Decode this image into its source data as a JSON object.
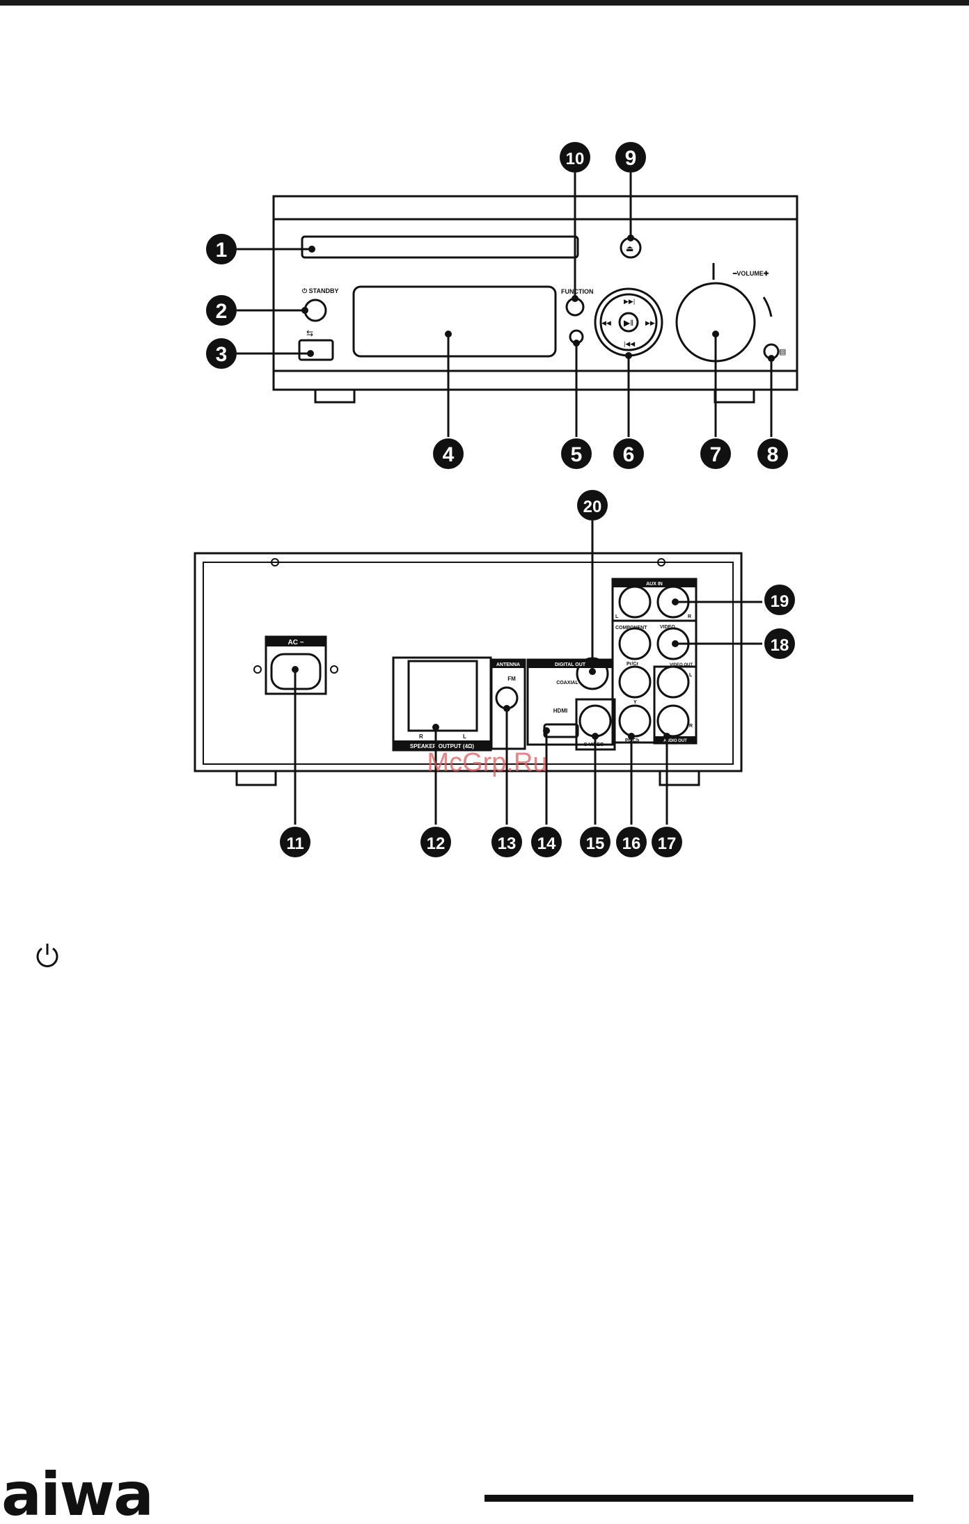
{
  "front": {
    "standby_label": "⏻ STANDBY",
    "function_label": "FUNCTION",
    "volume_label": "━VOLUME✚",
    "callouts": [
      "1",
      "2",
      "3",
      "4",
      "5",
      "6",
      "7",
      "8",
      "9",
      "10"
    ]
  },
  "rear": {
    "ac_label": "AC ~",
    "speaker_label": "SPEAKER OUTPUT (4Ω)",
    "speaker_r": "R",
    "speaker_l": "L",
    "antenna_label": "ANTENNA",
    "fm_label": "FM",
    "digital_out_label": "DIGITAL OUT",
    "coaxial_label": "COAXIAL",
    "hdmi_label": "HDMI",
    "svideo_label": "S-VIDEO",
    "aux_in_label": "AUX IN",
    "aux_l": "L",
    "aux_r": "R",
    "component_label": "COMPONENT",
    "video_label": "VIDEO",
    "video_out_label": "VIDEO OUT",
    "pr_label": "Pr/Cr",
    "y_label": "Y",
    "pb_label": "Pb/Cb",
    "audio_out_label": "AUDIO OUT",
    "audio_l": "L",
    "audio_r": "R",
    "callouts": [
      "11",
      "12",
      "13",
      "14",
      "15",
      "16",
      "17",
      "18",
      "19",
      "20"
    ]
  },
  "watermark": "McGrp.Ru",
  "power_symbol_icon": "power-icon",
  "brand": "aiwa"
}
